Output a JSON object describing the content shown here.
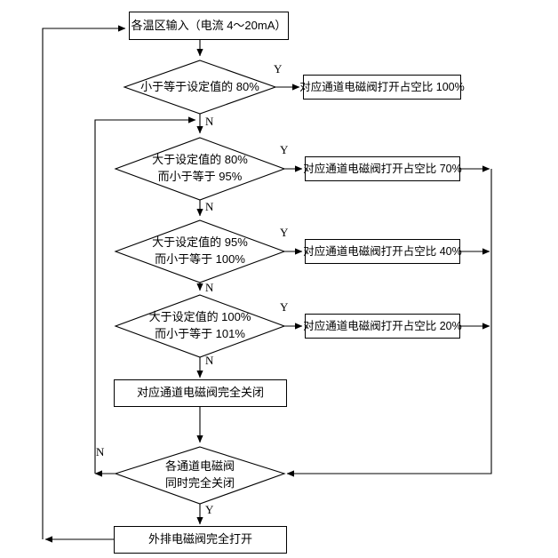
{
  "diagram": {
    "title_node": {
      "text": "各温区输入（电流 4～20mA）",
      "name": "input-node"
    },
    "decisions": [
      {
        "name": "decision-le-80",
        "lines": [
          "小于等于设定值的 80%"
        ],
        "yes_label": "Y",
        "no_label": "N"
      },
      {
        "name": "decision-80-95",
        "lines": [
          "大于设定值的 80%",
          "而小于等于 95%"
        ],
        "yes_label": "Y",
        "no_label": "N"
      },
      {
        "name": "decision-95-100",
        "lines": [
          "大于设定值的 95%",
          "而小于等于 100%"
        ],
        "yes_label": "Y",
        "no_label": "N"
      },
      {
        "name": "decision-100-101",
        "lines": [
          "大于设定值的 100%",
          "而小于等于 101%"
        ],
        "yes_label": "Y",
        "no_label": "N"
      },
      {
        "name": "decision-all-closed",
        "lines": [
          "各通道电磁阀",
          "同时完全关闭"
        ],
        "yes_label": "Y",
        "no_label": "N"
      }
    ],
    "outputs": [
      {
        "name": "output-duty-100",
        "text": "对应通道电磁阀打开占空比 100%"
      },
      {
        "name": "output-duty-70",
        "text": "对应通道电磁阀打开占空比 70%"
      },
      {
        "name": "output-duty-40",
        "text": "对应通道电磁阀打开占空比 40%"
      },
      {
        "name": "output-duty-20",
        "text": "对应通道电磁阀打开占空比 20%"
      }
    ],
    "close_node": {
      "text": "对应通道电磁阀完全关闭",
      "name": "close-channel-node"
    },
    "final_node": {
      "text": "外排电磁阀完全打开",
      "name": "exhaust-open-node"
    },
    "colors": {
      "line": "#000000",
      "fill": "#ffffff",
      "text": "#000000"
    }
  }
}
